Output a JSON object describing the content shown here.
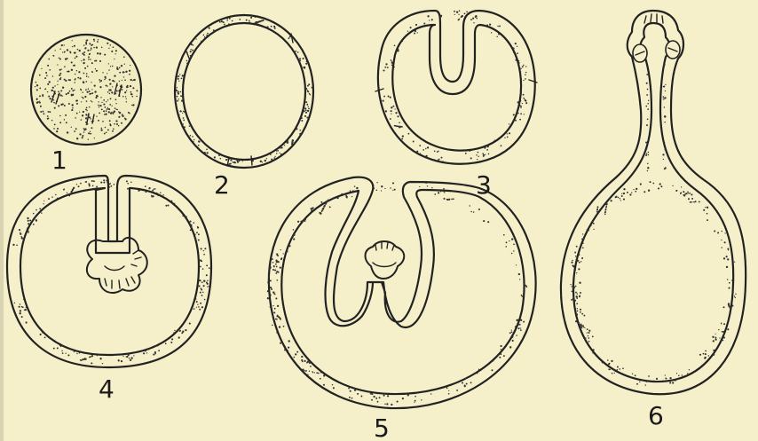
{
  "figure": {
    "panels": [
      {
        "id": "egg",
        "label": "1"
      },
      {
        "id": "hollow-sphere",
        "label": "2"
      },
      {
        "id": "early-invagination",
        "label": "3"
      },
      {
        "id": "tube-with-pharynx",
        "label": "4"
      },
      {
        "id": "deep-invagination",
        "label": "5"
      },
      {
        "id": "stalked-sac-with-head",
        "label": "6"
      }
    ],
    "colors": {
      "paper": "#f5f0c9",
      "ink": "#222222"
    }
  }
}
